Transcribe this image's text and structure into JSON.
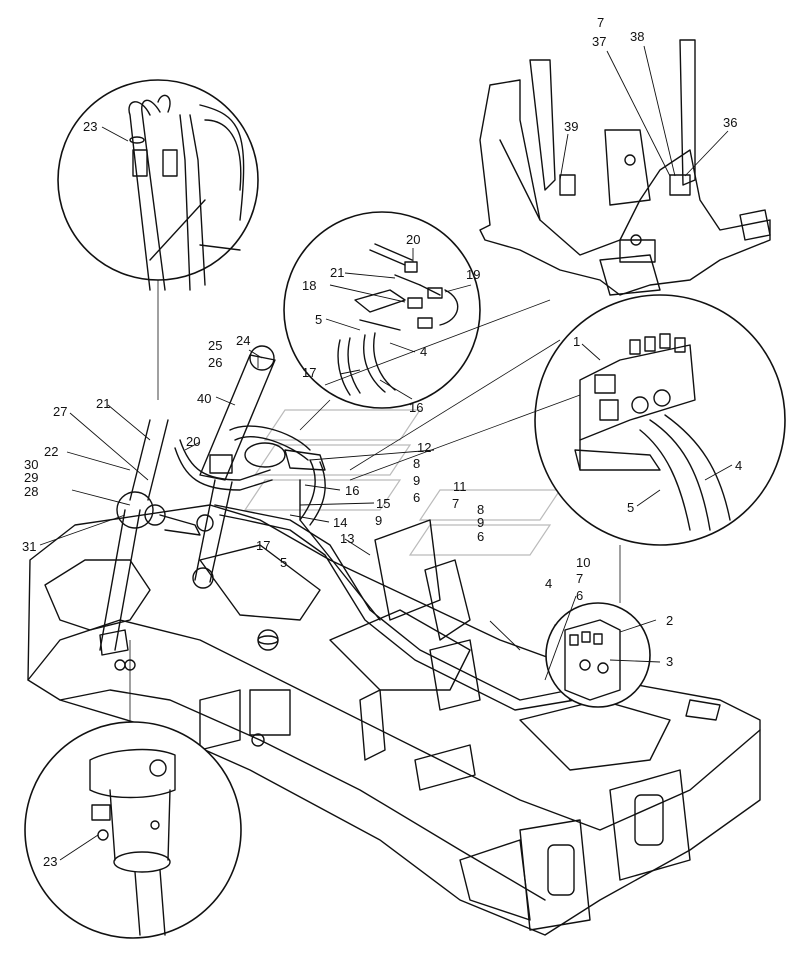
{
  "callouts": [
    {
      "id": "c23a",
      "text": "23"
    },
    {
      "id": "c7a",
      "text": "7"
    },
    {
      "id": "c37",
      "text": "37"
    },
    {
      "id": "c38",
      "text": "38"
    },
    {
      "id": "c39",
      "text": "39"
    },
    {
      "id": "c36",
      "text": "36"
    },
    {
      "id": "c20a",
      "text": "20"
    },
    {
      "id": "c21a",
      "text": "21"
    },
    {
      "id": "c19",
      "text": "19"
    },
    {
      "id": "c18",
      "text": "18"
    },
    {
      "id": "c5a",
      "text": "5"
    },
    {
      "id": "c4a",
      "text": "4"
    },
    {
      "id": "c17a",
      "text": "17"
    },
    {
      "id": "c16a",
      "text": "16"
    },
    {
      "id": "c25",
      "text": "25"
    },
    {
      "id": "c24",
      "text": "24"
    },
    {
      "id": "c26",
      "text": "26"
    },
    {
      "id": "c40",
      "text": "40"
    },
    {
      "id": "c27",
      "text": "27"
    },
    {
      "id": "c21b",
      "text": "21"
    },
    {
      "id": "c20b",
      "text": "20"
    },
    {
      "id": "c22",
      "text": "22"
    },
    {
      "id": "c30",
      "text": "30"
    },
    {
      "id": "c29",
      "text": "29"
    },
    {
      "id": "c28",
      "text": "28"
    },
    {
      "id": "c31",
      "text": "31"
    },
    {
      "id": "c1",
      "text": "1"
    },
    {
      "id": "c4b",
      "text": "4"
    },
    {
      "id": "c5b",
      "text": "5"
    },
    {
      "id": "c12",
      "text": "12"
    },
    {
      "id": "c8a",
      "text": "8"
    },
    {
      "id": "c9a",
      "text": "9"
    },
    {
      "id": "c16b",
      "text": "16"
    },
    {
      "id": "c15",
      "text": "15"
    },
    {
      "id": "c6a",
      "text": "6"
    },
    {
      "id": "c11",
      "text": "11"
    },
    {
      "id": "c14",
      "text": "14"
    },
    {
      "id": "c9b",
      "text": "9"
    },
    {
      "id": "c7b",
      "text": "7"
    },
    {
      "id": "c17b",
      "text": "17"
    },
    {
      "id": "c5c",
      "text": "5"
    },
    {
      "id": "c13",
      "text": "13"
    },
    {
      "id": "c8b",
      "text": "8"
    },
    {
      "id": "c9c",
      "text": "9"
    },
    {
      "id": "c6b",
      "text": "6"
    },
    {
      "id": "c10",
      "text": "10"
    },
    {
      "id": "c4c",
      "text": "4"
    },
    {
      "id": "c7c",
      "text": "7"
    },
    {
      "id": "c6c",
      "text": "6"
    },
    {
      "id": "c2",
      "text": "2"
    },
    {
      "id": "c3",
      "text": "3"
    },
    {
      "id": "c23b",
      "text": "23"
    }
  ]
}
